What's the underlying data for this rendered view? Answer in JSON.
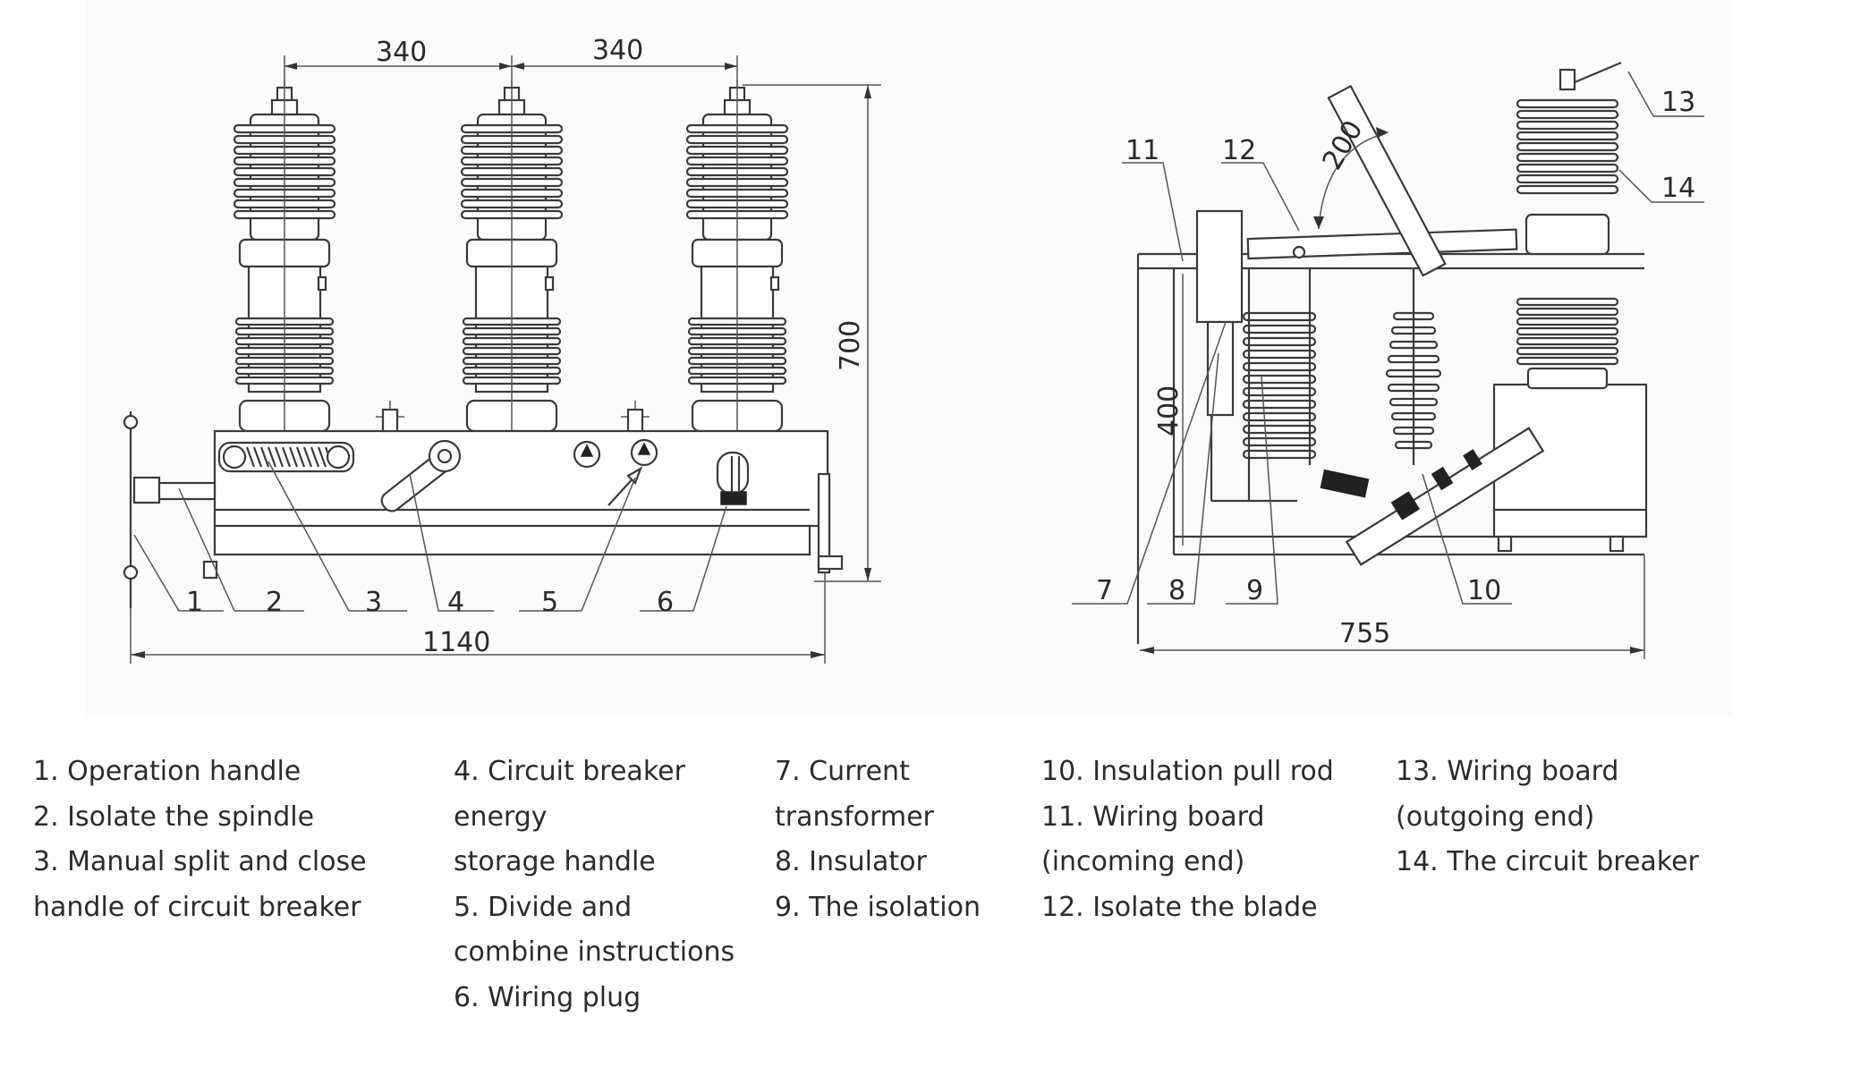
{
  "dimensions": {
    "left_span_a": "340",
    "left_span_b": "340",
    "height": "700",
    "width_front": "1140",
    "width_side": "755",
    "side_height": "400",
    "angle": "200"
  },
  "callouts": [
    "1",
    "2",
    "3",
    "4",
    "5",
    "6",
    "7",
    "8",
    "9",
    "10",
    "11",
    "12",
    "13",
    "14"
  ],
  "legend": {
    "columns": [
      [
        "1. Operation handle",
        "2. Isolate the spindle",
        "3. Manual split and close",
        "handle of circuit breaker"
      ],
      [
        "4. Circuit breaker",
        "energy",
        "storage handle",
        "5. Divide and",
        "combine instructions",
        "6. Wiring plug"
      ],
      [
        "7. Current",
        "transformer",
        "8. Insulator",
        "9. The isolation"
      ],
      [
        "10. Insulation pull rod",
        "11. Wiring board",
        "(incoming end)",
        "12. Isolate the blade"
      ],
      [
        "13. Wiring board",
        "(outgoing end)",
        "14. The circuit breaker"
      ]
    ]
  }
}
